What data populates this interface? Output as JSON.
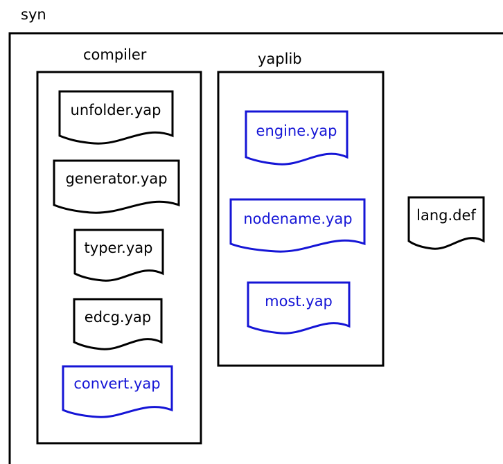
{
  "root": {
    "label": "syn"
  },
  "compiler": {
    "label": "compiler",
    "files": [
      {
        "name": "unfolder.yap",
        "color": "#000000"
      },
      {
        "name": "generator.yap",
        "color": "#000000"
      },
      {
        "name": "typer.yap",
        "color": "#000000"
      },
      {
        "name": "edcg.yap",
        "color": "#000000"
      },
      {
        "name": "convert.yap",
        "color": "#1515d6"
      }
    ]
  },
  "yaplib": {
    "label": "yaplib",
    "files": [
      {
        "name": "engine.yap",
        "color": "#1515d6"
      },
      {
        "name": "nodename.yap",
        "color": "#1515d6"
      },
      {
        "name": "most.yap",
        "color": "#1515d6"
      }
    ]
  },
  "loose_files": [
    {
      "name": "lang.def",
      "color": "#000000"
    }
  ]
}
